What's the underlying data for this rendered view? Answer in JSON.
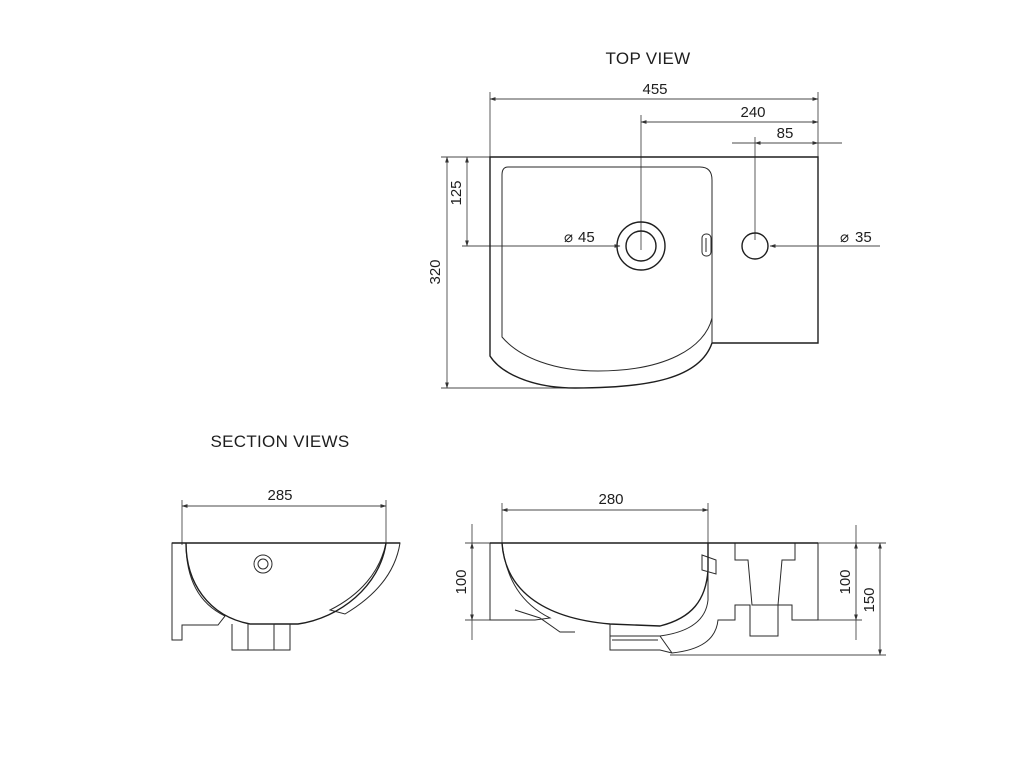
{
  "titles": {
    "top_view": "TOP VIEW",
    "section_views": "SECTION VIEWS"
  },
  "top_view_dims": {
    "overall_width": "455",
    "tap_offset": "240",
    "right_hole_offset": "85",
    "overall_depth": "320",
    "hole_depth": "125",
    "tap_hole_diameter": "45",
    "right_hole_diameter": "35"
  },
  "section_dims": {
    "left_width": "285",
    "right_width": "280",
    "left_height": "100",
    "right_height": "100",
    "total_height": "150"
  },
  "symbols": {
    "diameter": "⌀"
  }
}
